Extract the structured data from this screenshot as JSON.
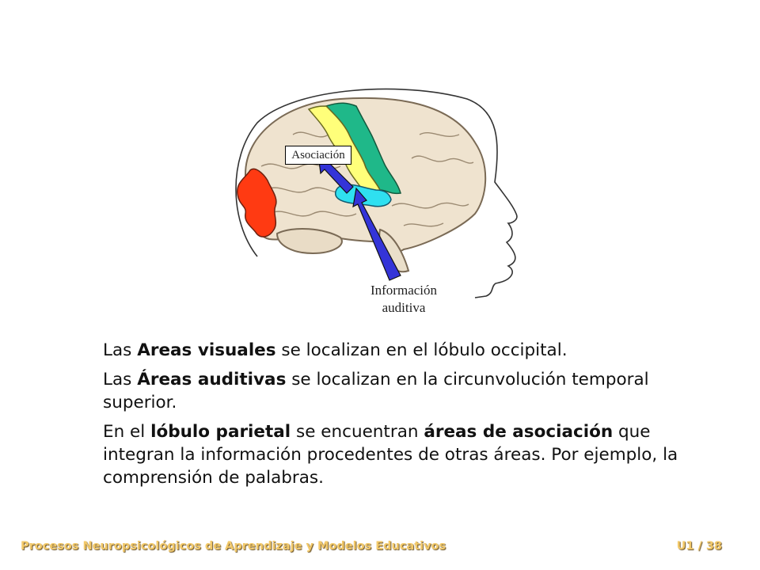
{
  "figure": {
    "label_association": "Asociación",
    "label_auditory_line1": "Información",
    "label_auditory_line2": "auditiva"
  },
  "content": {
    "p1": {
      "t1": "Las ",
      "b1": "Areas visuales",
      "t2": " se localizan en el lóbulo occipital."
    },
    "p2": {
      "t1": "Las ",
      "b1": "Áreas auditivas",
      "t2": " se localizan en la circunvolución temporal superior."
    },
    "p3": {
      "t1": "En el ",
      "b1": "lóbulo parietal",
      "t2": " se encuentran ",
      "b2": "áreas de asociación",
      "t3": " que integran la información procedentes de otras áreas. Por ejemplo, la comprensión de palabras."
    }
  },
  "footer": {
    "course": "Procesos Neuropsicológicos de Aprendizaje y Modelos Educativos",
    "page": "U1 / 38"
  },
  "colors": {
    "visual_area": "#ff3a12",
    "association_area": "#ffff7a",
    "motor_area": "#1fb889",
    "auditory_area": "#2fe0f0",
    "arrow": "#3434d8",
    "brain": "#efe3cf"
  }
}
